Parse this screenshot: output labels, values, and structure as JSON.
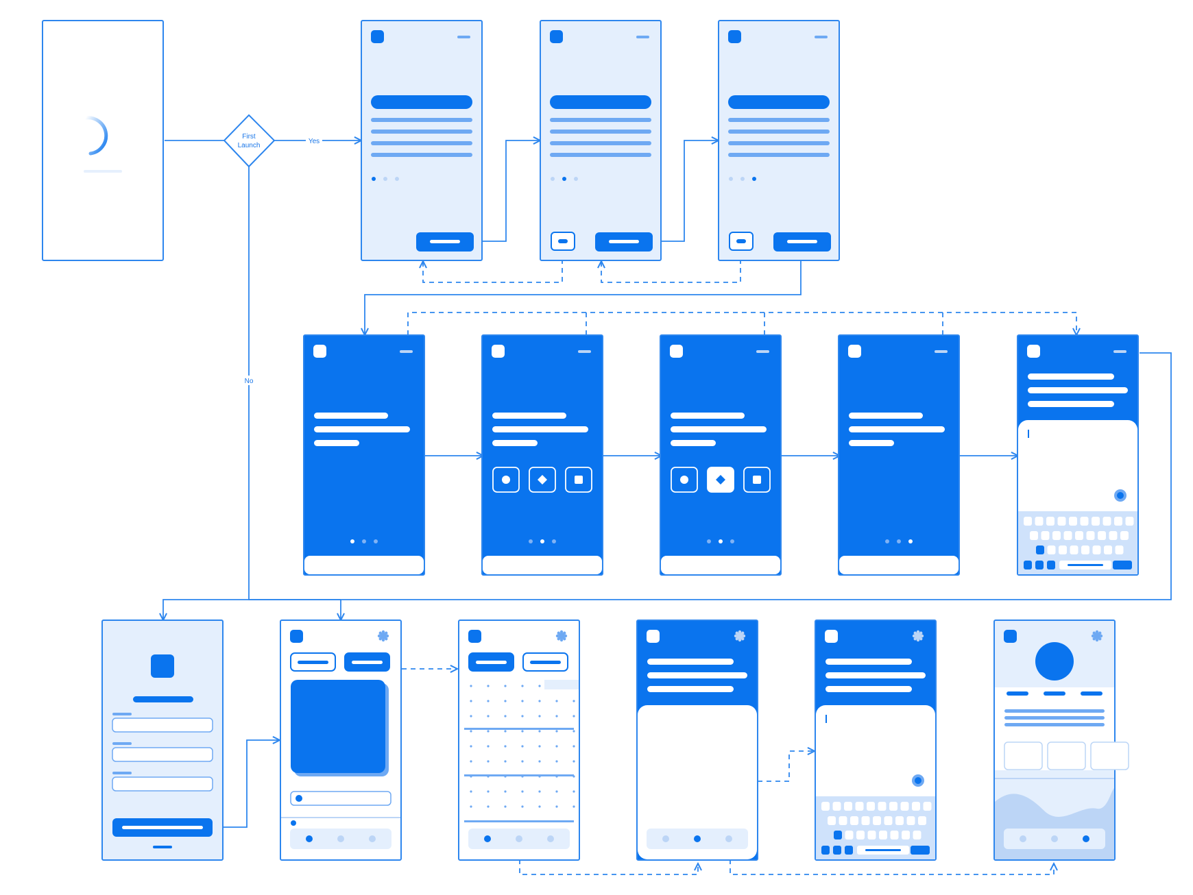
{
  "diagram": {
    "decision": {
      "line1": "First",
      "line2": "Launch"
    },
    "edges": {
      "yes_label": "Yes",
      "no_label": "No"
    }
  },
  "colors": {
    "accent": "#0a74ee",
    "line": "#2d86ee",
    "pale_screen": "#e4effd",
    "bar_light": "#6ea9f3",
    "dot_inactive": "#bcd5f6",
    "keyboard_bg": "#cfe2fb",
    "white": "#ffffff"
  },
  "screens": [
    {
      "id": "splash",
      "style": "splash",
      "content": "loading-spinner"
    },
    {
      "id": "onboarding-1",
      "style": "pale",
      "page_indicator": {
        "active": 1,
        "count": 3
      },
      "buttons": [
        "next"
      ]
    },
    {
      "id": "onboarding-2",
      "style": "pale",
      "page_indicator": {
        "active": 2,
        "count": 3
      },
      "buttons": [
        "back",
        "next"
      ]
    },
    {
      "id": "onboarding-3",
      "style": "pale",
      "page_indicator": {
        "active": 3,
        "count": 3
      },
      "buttons": [
        "back",
        "next"
      ]
    },
    {
      "id": "setup-1",
      "style": "blue",
      "page_indicator": {
        "active": 1,
        "count": 3
      }
    },
    {
      "id": "setup-2",
      "style": "blue",
      "page_indicator": {
        "active": 2,
        "count": 3
      },
      "options": [
        "circle",
        "diamond",
        "square"
      ],
      "selected_option": null
    },
    {
      "id": "setup-3",
      "style": "blue",
      "page_indicator": {
        "active": 2,
        "count": 3
      },
      "options": [
        "circle",
        "diamond",
        "square"
      ],
      "selected_option": "diamond"
    },
    {
      "id": "setup-4",
      "style": "blue",
      "page_indicator": {
        "active": 3,
        "count": 3
      }
    },
    {
      "id": "setup-text-entry",
      "style": "blue-card",
      "content": "text-input-with-keyboard"
    },
    {
      "id": "login",
      "style": "pale",
      "content": "login-form",
      "fields": 3
    },
    {
      "id": "home-card",
      "style": "white",
      "tabs": 2,
      "active_tab": 2,
      "tab_bar_active": 1
    },
    {
      "id": "home-grid",
      "style": "white",
      "tabs": 2,
      "active_tab": 1,
      "tab_bar_active": 1
    },
    {
      "id": "detail",
      "style": "blue-card",
      "tab_bar_active": 2
    },
    {
      "id": "detail-edit",
      "style": "blue-card",
      "content": "text-input-with-keyboard"
    },
    {
      "id": "profile",
      "style": "pale",
      "content": "avatar-stats-chart",
      "tab_bar_active": 3
    }
  ],
  "icons": [
    "loading-spinner-icon",
    "app-logo-icon",
    "menu-icon",
    "settings-gear-icon",
    "avatar-icon",
    "circle-option-icon",
    "diamond-option-icon",
    "square-option-icon"
  ]
}
